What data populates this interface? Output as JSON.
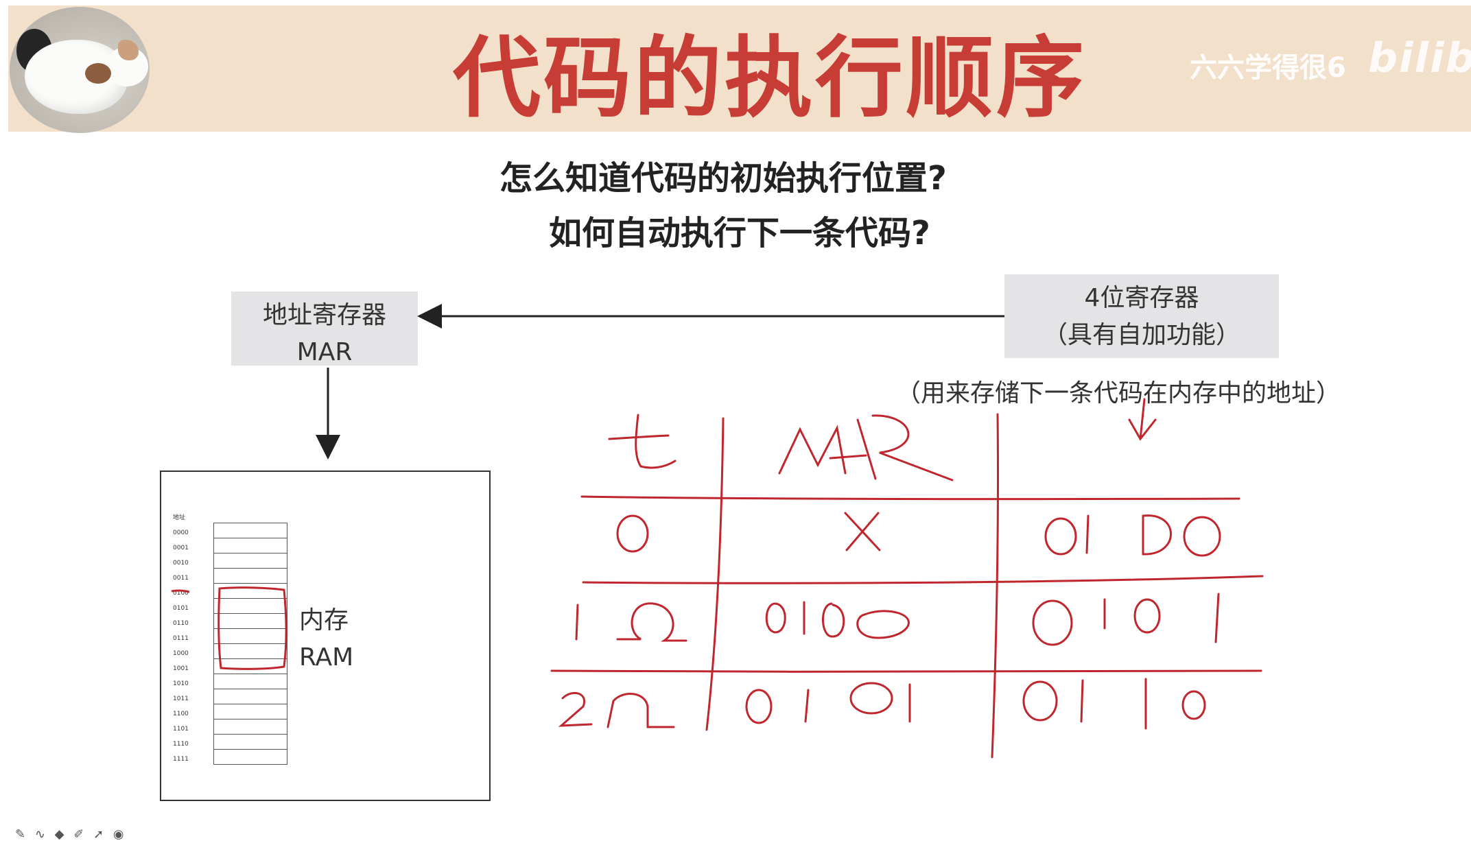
{
  "header": {
    "title": "代码的执行顺序",
    "watermark_text": "六六学得很6",
    "watermark_logo": "bilibili"
  },
  "questions": {
    "q1": "怎么知道代码的初始执行位置?",
    "q2": "如何自动执行下一条代码?"
  },
  "mar_box": {
    "line1": "地址寄存器",
    "line2": "MAR"
  },
  "register_box": {
    "line1": "4位寄存器",
    "line2": "（具有自加功能）"
  },
  "register_note": "（用来存储下一条代码在内存中的地址）",
  "ram": {
    "address_header": "地址",
    "addresses": [
      "0000",
      "0001",
      "0010",
      "0011",
      "0100",
      "0101",
      "0110",
      "0111",
      "1000",
      "1001",
      "1010",
      "1011",
      "1100",
      "1101",
      "1110",
      "1111"
    ],
    "label_line1": "内存",
    "label_line2": "RAM"
  },
  "handwritten_table": {
    "headers": [
      "t",
      "MAR",
      ""
    ],
    "rows": [
      [
        "0",
        "X",
        "0100"
      ],
      [
        "1Ω",
        "0100",
        "0101"
      ],
      [
        "2Ω",
        "0101",
        "0110"
      ]
    ]
  },
  "toolbar": {
    "icons": [
      "pen-icon",
      "curve-icon",
      "eraser-icon",
      "highlighter-icon",
      "pointer-icon",
      "record-icon"
    ]
  },
  "colors": {
    "header_bg": "#f3e0cb",
    "title": "#c83c36",
    "ink": "#c0262d",
    "box_bg": "#e4e4e6"
  }
}
